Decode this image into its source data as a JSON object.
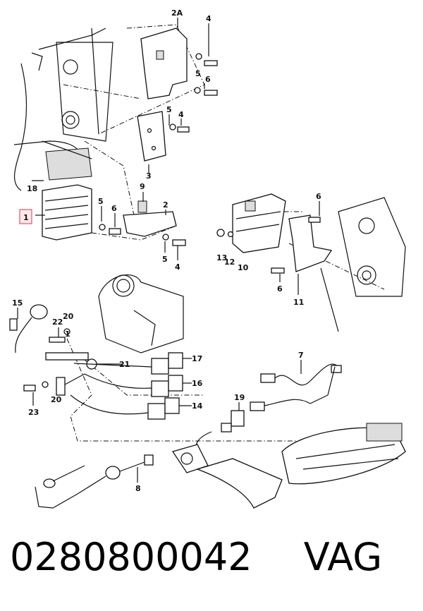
{
  "diagram": {
    "callouts": [
      {
        "id": "c-2a",
        "text": "2A"
      },
      {
        "id": "c-4a",
        "text": "4"
      },
      {
        "id": "c-5a",
        "text": "5"
      },
      {
        "id": "c-6a",
        "text": "6"
      },
      {
        "id": "c-5b",
        "text": "5"
      },
      {
        "id": "c-4b",
        "text": "4"
      },
      {
        "id": "c-3",
        "text": "3"
      },
      {
        "id": "c-18",
        "text": "18"
      },
      {
        "id": "c-1",
        "text": "1"
      },
      {
        "id": "c-9",
        "text": "9"
      },
      {
        "id": "c-5c",
        "text": "5"
      },
      {
        "id": "c-6b",
        "text": "6"
      },
      {
        "id": "c-2",
        "text": "2"
      },
      {
        "id": "c-5d",
        "text": "5"
      },
      {
        "id": "c-4c",
        "text": "4"
      },
      {
        "id": "c-6c",
        "text": "6"
      },
      {
        "id": "c-13",
        "text": "13"
      },
      {
        "id": "c-12",
        "text": "12"
      },
      {
        "id": "c-10",
        "text": "10"
      },
      {
        "id": "c-6d",
        "text": "6"
      },
      {
        "id": "c-11",
        "text": "11"
      },
      {
        "id": "c-15",
        "text": "15"
      },
      {
        "id": "c-20a",
        "text": "20"
      },
      {
        "id": "c-22",
        "text": "22"
      },
      {
        "id": "c-1b",
        "text": "1"
      },
      {
        "id": "c-21",
        "text": "21"
      },
      {
        "id": "c-17",
        "text": "17"
      },
      {
        "id": "c-16",
        "text": "16"
      },
      {
        "id": "c-14",
        "text": "14"
      },
      {
        "id": "c-23",
        "text": "23"
      },
      {
        "id": "c-20b",
        "text": "20"
      },
      {
        "id": "c-7",
        "text": "7"
      },
      {
        "id": "c-19",
        "text": "19"
      },
      {
        "id": "c-8",
        "text": "8"
      }
    ]
  },
  "footer": {
    "part_number": "0280800042",
    "brand": "VAG"
  },
  "colors": {
    "highlight_stroke": "#e05a6a",
    "highlight_fill": "#fde8eb"
  }
}
